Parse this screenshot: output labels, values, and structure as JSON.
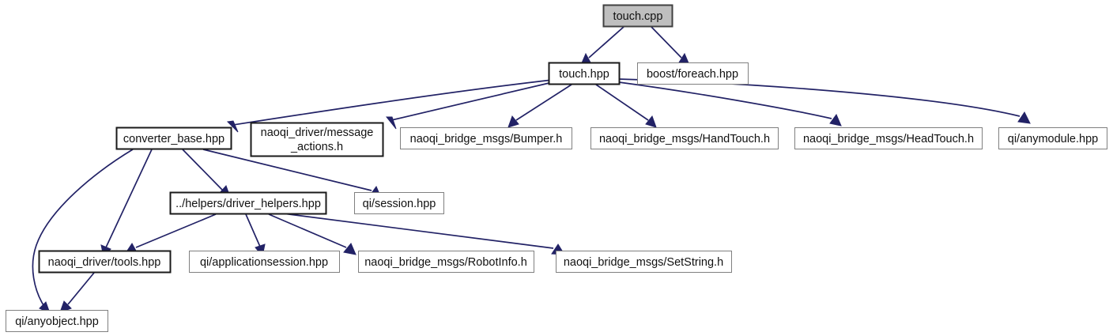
{
  "diagram": {
    "type": "include-dependency-graph",
    "title": "touch.cpp include dependency graph",
    "colors": {
      "edge": "#222266",
      "node_border": "#808080",
      "node_border_bold": "#1a1a1a",
      "node_fill": "#ffffff",
      "root_fill": "#bfbfbf",
      "root_border": "#404040",
      "text": "#111111",
      "background": "#ffffff"
    },
    "nodes": [
      {
        "id": "touch_cpp",
        "label": "touch.cpp",
        "style": "root"
      },
      {
        "id": "touch_hpp",
        "label": "touch.hpp",
        "style": "bold"
      },
      {
        "id": "boost_foreach",
        "label": "boost/foreach.hpp",
        "style": "plain"
      },
      {
        "id": "converter_base",
        "label": "converter_base.hpp",
        "style": "bold"
      },
      {
        "id": "message_actions",
        "label": "naoqi_driver/message\n_actions.h",
        "line1": "naoqi_driver/message",
        "line2": "_actions.h",
        "style": "bold"
      },
      {
        "id": "bumper",
        "label": "naoqi_bridge_msgs/Bumper.h",
        "style": "plain"
      },
      {
        "id": "handtouch",
        "label": "naoqi_bridge_msgs/HandTouch.h",
        "style": "plain"
      },
      {
        "id": "headtouch",
        "label": "naoqi_bridge_msgs/HeadTouch.h",
        "style": "plain"
      },
      {
        "id": "anymodule",
        "label": "qi/anymodule.hpp",
        "style": "plain"
      },
      {
        "id": "driver_helpers",
        "label": "../helpers/driver_helpers.hpp",
        "style": "bold"
      },
      {
        "id": "qi_session",
        "label": "qi/session.hpp",
        "style": "plain"
      },
      {
        "id": "tools_hpp",
        "label": "naoqi_driver/tools.hpp",
        "style": "bold"
      },
      {
        "id": "appsession",
        "label": "qi/applicationsession.hpp",
        "style": "plain"
      },
      {
        "id": "robotinfo",
        "label": "naoqi_bridge_msgs/RobotInfo.h",
        "style": "plain"
      },
      {
        "id": "setstring",
        "label": "naoqi_bridge_msgs/SetString.h",
        "style": "plain"
      },
      {
        "id": "anyobject",
        "label": "qi/anyobject.hpp",
        "style": "plain"
      }
    ],
    "edges": [
      {
        "from": "touch_cpp",
        "to": "touch_hpp"
      },
      {
        "from": "touch_cpp",
        "to": "boost_foreach"
      },
      {
        "from": "touch_hpp",
        "to": "converter_base"
      },
      {
        "from": "touch_hpp",
        "to": "message_actions"
      },
      {
        "from": "touch_hpp",
        "to": "bumper"
      },
      {
        "from": "touch_hpp",
        "to": "handtouch"
      },
      {
        "from": "touch_hpp",
        "to": "headtouch"
      },
      {
        "from": "touch_hpp",
        "to": "anymodule"
      },
      {
        "from": "converter_base",
        "to": "anyobject"
      },
      {
        "from": "converter_base",
        "to": "tools_hpp"
      },
      {
        "from": "converter_base",
        "to": "driver_helpers"
      },
      {
        "from": "converter_base",
        "to": "qi_session"
      },
      {
        "from": "driver_helpers",
        "to": "tools_hpp"
      },
      {
        "from": "driver_helpers",
        "to": "appsession"
      },
      {
        "from": "driver_helpers",
        "to": "robotinfo"
      },
      {
        "from": "driver_helpers",
        "to": "setstring"
      },
      {
        "from": "tools_hpp",
        "to": "anyobject"
      }
    ]
  }
}
